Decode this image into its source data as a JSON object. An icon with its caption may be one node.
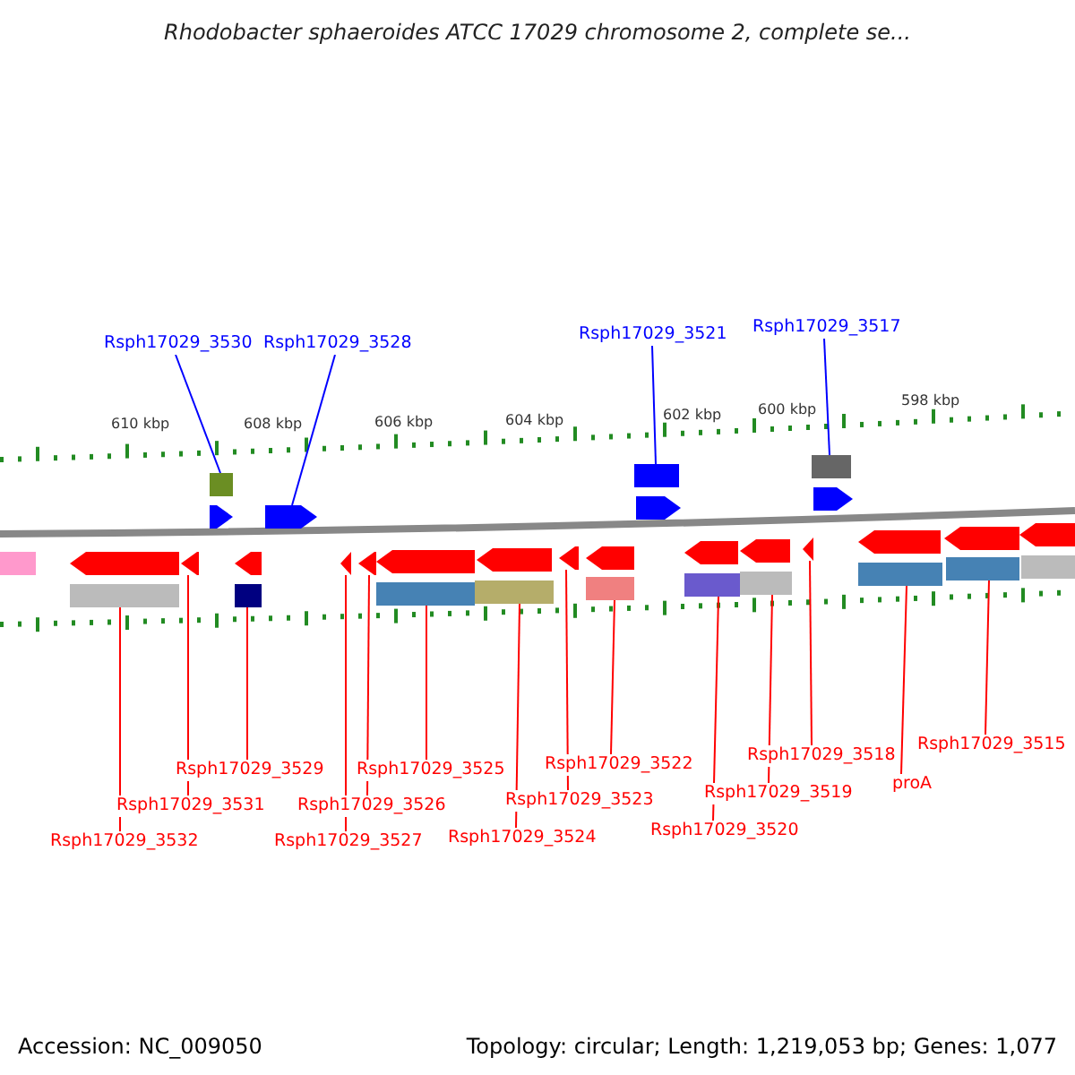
{
  "diagram": {
    "title": "Rhodobacter sphaeroides ATCC 17029 chromosome 2, complete se...",
    "nodes": [
      {
        "text": [
          "Rsph17029_3530"
        ]
      },
      {
        "text": [
          "Rsph17029_3528"
        ]
      },
      {
        "text": [
          "Rsph17029_3521"
        ]
      },
      {
        "text": [
          "Rsph17029_3517"
        ]
      },
      {
        "text": [
          "Rsph17029_3529"
        ]
      },
      {
        "text": [
          "Rsph17029_3525"
        ]
      },
      {
        "text": [
          "Rsph17029_3531"
        ]
      },
      {
        "text": [
          "Rsph17029_3526"
        ]
      },
      {
        "text": [
          "Rsph17029_3532"
        ]
      },
      {
        "text": [
          "Rsph17029_3527"
        ]
      },
      {
        "text": [
          "Rsph17029_3522"
        ]
      },
      {
        "text": [
          "Rsph17029_3523"
        ]
      },
      {
        "text": [
          "Rsph17029_3524"
        ]
      },
      {
        "text": [
          "Rsph17029_3518"
        ]
      },
      {
        "text": [
          "Rsph17029_3519"
        ]
      },
      {
        "text": [
          "Rsph17029_3520"
        ]
      },
      {
        "text": [
          "Rsph17029_3515"
        ]
      },
      {
        "text": [
          "proA"
        ]
      },
      {
        "text": [],
        "shape": "box"
      },
      {
        "text": [],
        "shape": "arrow"
      },
      {
        "text": [],
        "shape": "box"
      },
      {
        "text": [],
        "shape": "box"
      },
      {
        "text": [],
        "shape": "box"
      },
      {
        "text": [],
        "shape": "arrow"
      },
      {
        "text": [],
        "shape": "box"
      },
      {
        "text": [],
        "shape": "arrow"
      },
      {
        "text": [],
        "shape": "arrow"
      },
      {
        "text": [],
        "shape": "box"
      },
      {
        "text": [],
        "shape": "box"
      },
      {
        "text": [],
        "shape": "arrow"
      },
      {
        "text": [],
        "shape": "box"
      },
      {
        "text": [],
        "shape": "box"
      },
      {
        "text": [],
        "shape": "box"
      },
      {
        "text": [],
        "shape": "arrow"
      },
      {
        "text": [],
        "shape": "box"
      },
      {
        "text": [],
        "shape": "box"
      }
    ],
    "edges": [
      {
        "from": 0,
        "to": 18,
        "arrow": "none",
        "color": "#0000ff"
      },
      {
        "from": 1,
        "to": 19,
        "arrow": "none",
        "color": "#0000ff"
      },
      {
        "from": 2,
        "to": 20,
        "arrow": "none",
        "color": "#0000ff"
      },
      {
        "from": 3,
        "to": 21,
        "arrow": "none",
        "color": "#0000ff"
      },
      {
        "from": 4,
        "to": 24,
        "arrow": "none"
      },
      {
        "from": 5,
        "to": 27,
        "arrow": "none"
      },
      {
        "from": 6,
        "to": 23,
        "arrow": "none"
      },
      {
        "from": 7,
        "to": 26,
        "arrow": "none"
      },
      {
        "from": 8,
        "to": 22,
        "arrow": "none"
      },
      {
        "from": 9,
        "to": 25,
        "arrow": "none"
      },
      {
        "from": 10,
        "to": 30,
        "arrow": "none"
      },
      {
        "from": 11,
        "to": 29,
        "arrow": "none"
      },
      {
        "from": 12,
        "to": 28,
        "arrow": "none"
      },
      {
        "from": 13,
        "to": 33,
        "arrow": "none"
      },
      {
        "from": 14,
        "to": 32,
        "arrow": "none"
      },
      {
        "from": 15,
        "to": 31,
        "arrow": "none"
      },
      {
        "from": 16,
        "to": 35,
        "arrow": "none"
      },
      {
        "from": 17,
        "to": 34,
        "arrow": "none"
      }
    ],
    "labels": [
      "610 kbp",
      "608 kbp",
      "606 kbp",
      "604 kbp",
      "602 kbp",
      "600 kbp",
      "598 kbp",
      "Accession: NC_009050",
      "Topology: circular; Length: 1,219,053 bp; Genes: 1,077"
    ]
  }
}
